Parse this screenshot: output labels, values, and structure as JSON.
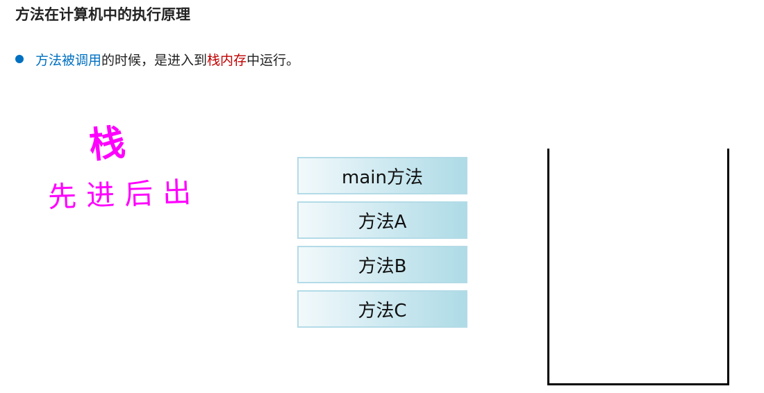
{
  "title": "方法在计算机中的执行原理",
  "bullet": {
    "part1": "方法被调用",
    "part2": "的时候，是进入到",
    "part3": "栈内存",
    "part4": "中运行。"
  },
  "handwriting": {
    "big": "栈",
    "small": "先进后出"
  },
  "methods": [
    {
      "label": "main方法"
    },
    {
      "label": "方法A"
    },
    {
      "label": "方法B"
    },
    {
      "label": "方法C"
    }
  ],
  "colors": {
    "accent_blue": "#0070c0",
    "accent_red": "#c00000",
    "handwriting_magenta": "#ff00ff",
    "box_border": "#b3dbe7",
    "box_fill_light": "#f2f9fb",
    "box_fill_dark": "#aedbe6"
  }
}
